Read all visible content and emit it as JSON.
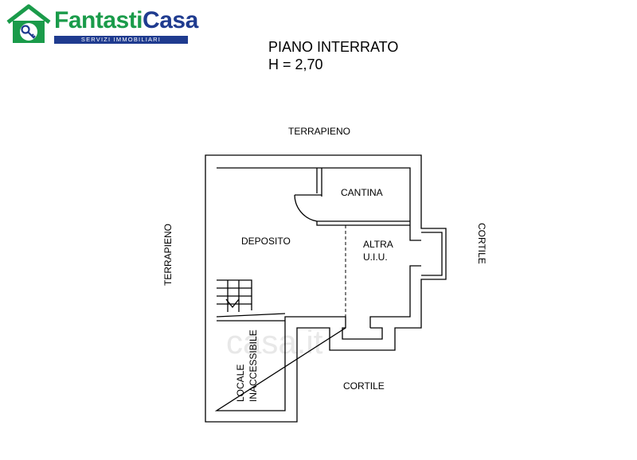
{
  "logo": {
    "name_part1": "Fantasti",
    "name_part2": "Casa",
    "tagline": "SERVIZI IMMOBILIARI",
    "brand_green": "#1a9b4a",
    "brand_blue": "#1f3b8f"
  },
  "header": {
    "floor": "PIANO INTERRATO",
    "height": "H = 2,70"
  },
  "plan": {
    "top_label": "TERRAPIENO",
    "left_label": "TERRAPIENO",
    "right_label": "CORTILE",
    "bottom_label": "CORTILE",
    "rooms": {
      "cantina": "CANTINA",
      "deposito": "DEPOSITO",
      "altra_line1": "ALTRA",
      "altra_line2": "U.I.U.",
      "locale_line1": "LOCALE",
      "locale_line2": "INACCESSIBILE"
    }
  },
  "watermark": "casa.it"
}
